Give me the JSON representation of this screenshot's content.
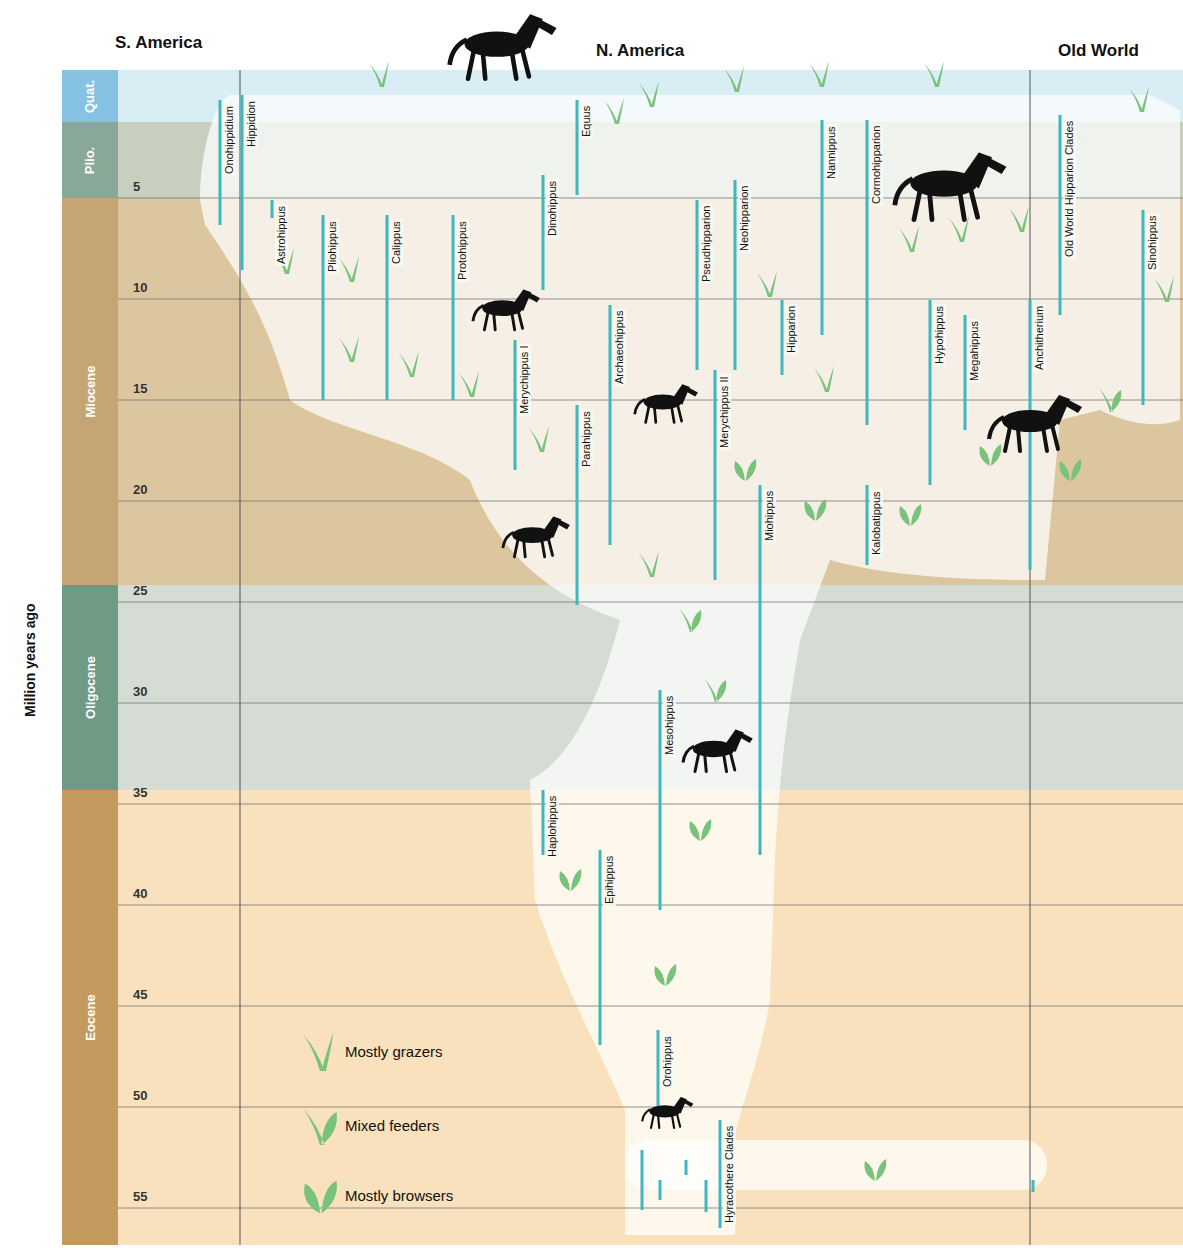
{
  "diagram": {
    "nodes": [
      {
        "text": [
          "Quat."
        ]
      },
      {
        "text": [
          "Plio."
        ]
      },
      {
        "text": [
          "Miocene"
        ]
      },
      {
        "text": [
          "Oligocene"
        ]
      },
      {
        "text": [
          "Eocene"
        ]
      }
    ],
    "labels": [
      "S. America",
      "N. America",
      "Old World",
      "Million years ago",
      "5",
      "10",
      "15",
      "20",
      "25",
      "30",
      "35",
      "40",
      "45",
      "50",
      "55",
      "Onohippidium",
      "Hippidion",
      "Astrohippus",
      "Pliohippus",
      "Calippus",
      "Protohippus",
      "Merychippus I",
      "Dinohippus",
      "Equus",
      "Parahippus",
      "Archaeohippus",
      "Pseudhipparion",
      "Neohipparion",
      "Merychippus II",
      "Hipparion",
      "Nannippus",
      "Cormohipparion",
      "Hypohippus",
      "Megahippus",
      "Kalobatippus",
      "Anchitherium",
      "Old World Hipparion Clades",
      "Sinohippus",
      "Miohippus",
      "Haplohippus",
      "Mesohippus",
      "Epihippus",
      "Orohippus",
      "Hyracothere Clades"
    ],
    "legend": [
      {
        "text": "Mostly grazers"
      },
      {
        "text": "Mixed feeders"
      },
      {
        "text": "Mostly browsers"
      }
    ]
  }
}
